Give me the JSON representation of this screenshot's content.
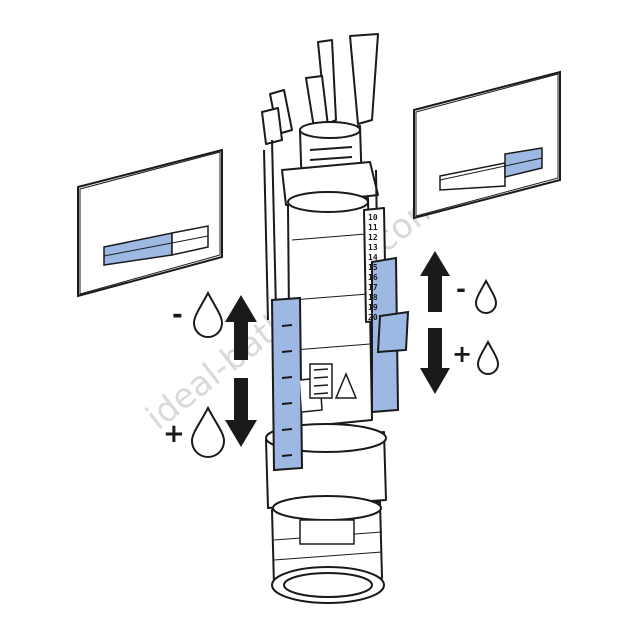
{
  "diagram": {
    "title": "Dual flush valve volume adjustment",
    "watermark": "ideal-bathrooms.com",
    "left_adjustment": {
      "less_label": "-",
      "more_label": "+"
    },
    "right_adjustment": {
      "less_label": "-",
      "more_label": "+"
    },
    "scale_numbers": [
      "10",
      "11",
      "12",
      "13",
      "14",
      "15",
      "16",
      "17",
      "18",
      "19",
      "20"
    ],
    "colors": {
      "accent_blue": "#9db8e2",
      "line": "#1a1a1a",
      "watermark": "#d9d9d9"
    },
    "icons": [
      "water-drop-icon",
      "arrow-up-icon",
      "arrow-down-icon",
      "flush-plate-icon"
    ]
  }
}
